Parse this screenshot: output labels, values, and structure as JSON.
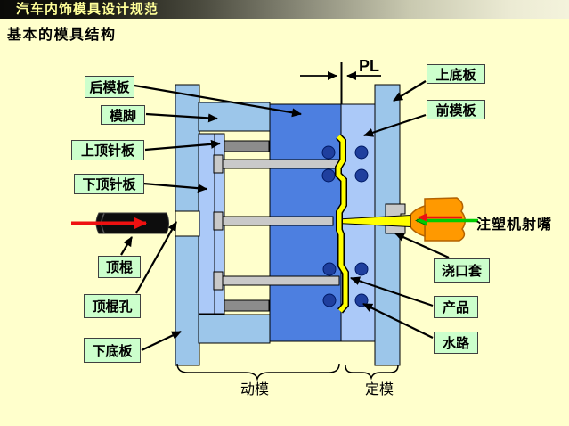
{
  "header": {
    "bar_title": "汽车内饰模具设计规范",
    "page_title": "基本的模具结构"
  },
  "part_labels": {
    "rear_mold_plate": "后模板",
    "mold_foot": "模脚",
    "upper_ejector_plate": "上顶针板",
    "lower_ejector_plate": "下顶针板",
    "ejector_rod": "顶棍",
    "ejector_rod_hole": "顶棍孔",
    "lower_bottom_plate": "下底板",
    "upper_bottom_plate": "上底板",
    "front_mold_plate": "前模板",
    "sprue_bushing": "浇口套",
    "product": "产品",
    "water_channel": "水路"
  },
  "annotations": {
    "parting_line": "PL",
    "injection_nozzle": "注塑机射嘴",
    "moving_half": "动模",
    "fixed_half": "定模"
  },
  "colors": {
    "background": "#FFFFCC",
    "titlebar_text": "#FFFF99",
    "label_box_bg": "#CCFFCC",
    "column_blue": "#9CC6EA",
    "plate_blue": "#ABC9F8",
    "core_blue": "#4D7FE0",
    "water_circle": "#1F3F9E",
    "pin_gray": "#C9C9C9",
    "bar_gray": "#8C8C8C",
    "product_yellow": "#FFFF00",
    "nozzle_orange": "#FF9900",
    "nozzle_outline": "#B36200",
    "arrow_red": "#EE1111",
    "arrow_green": "#00CC00",
    "cutout_cream": "#FFFFCC"
  }
}
